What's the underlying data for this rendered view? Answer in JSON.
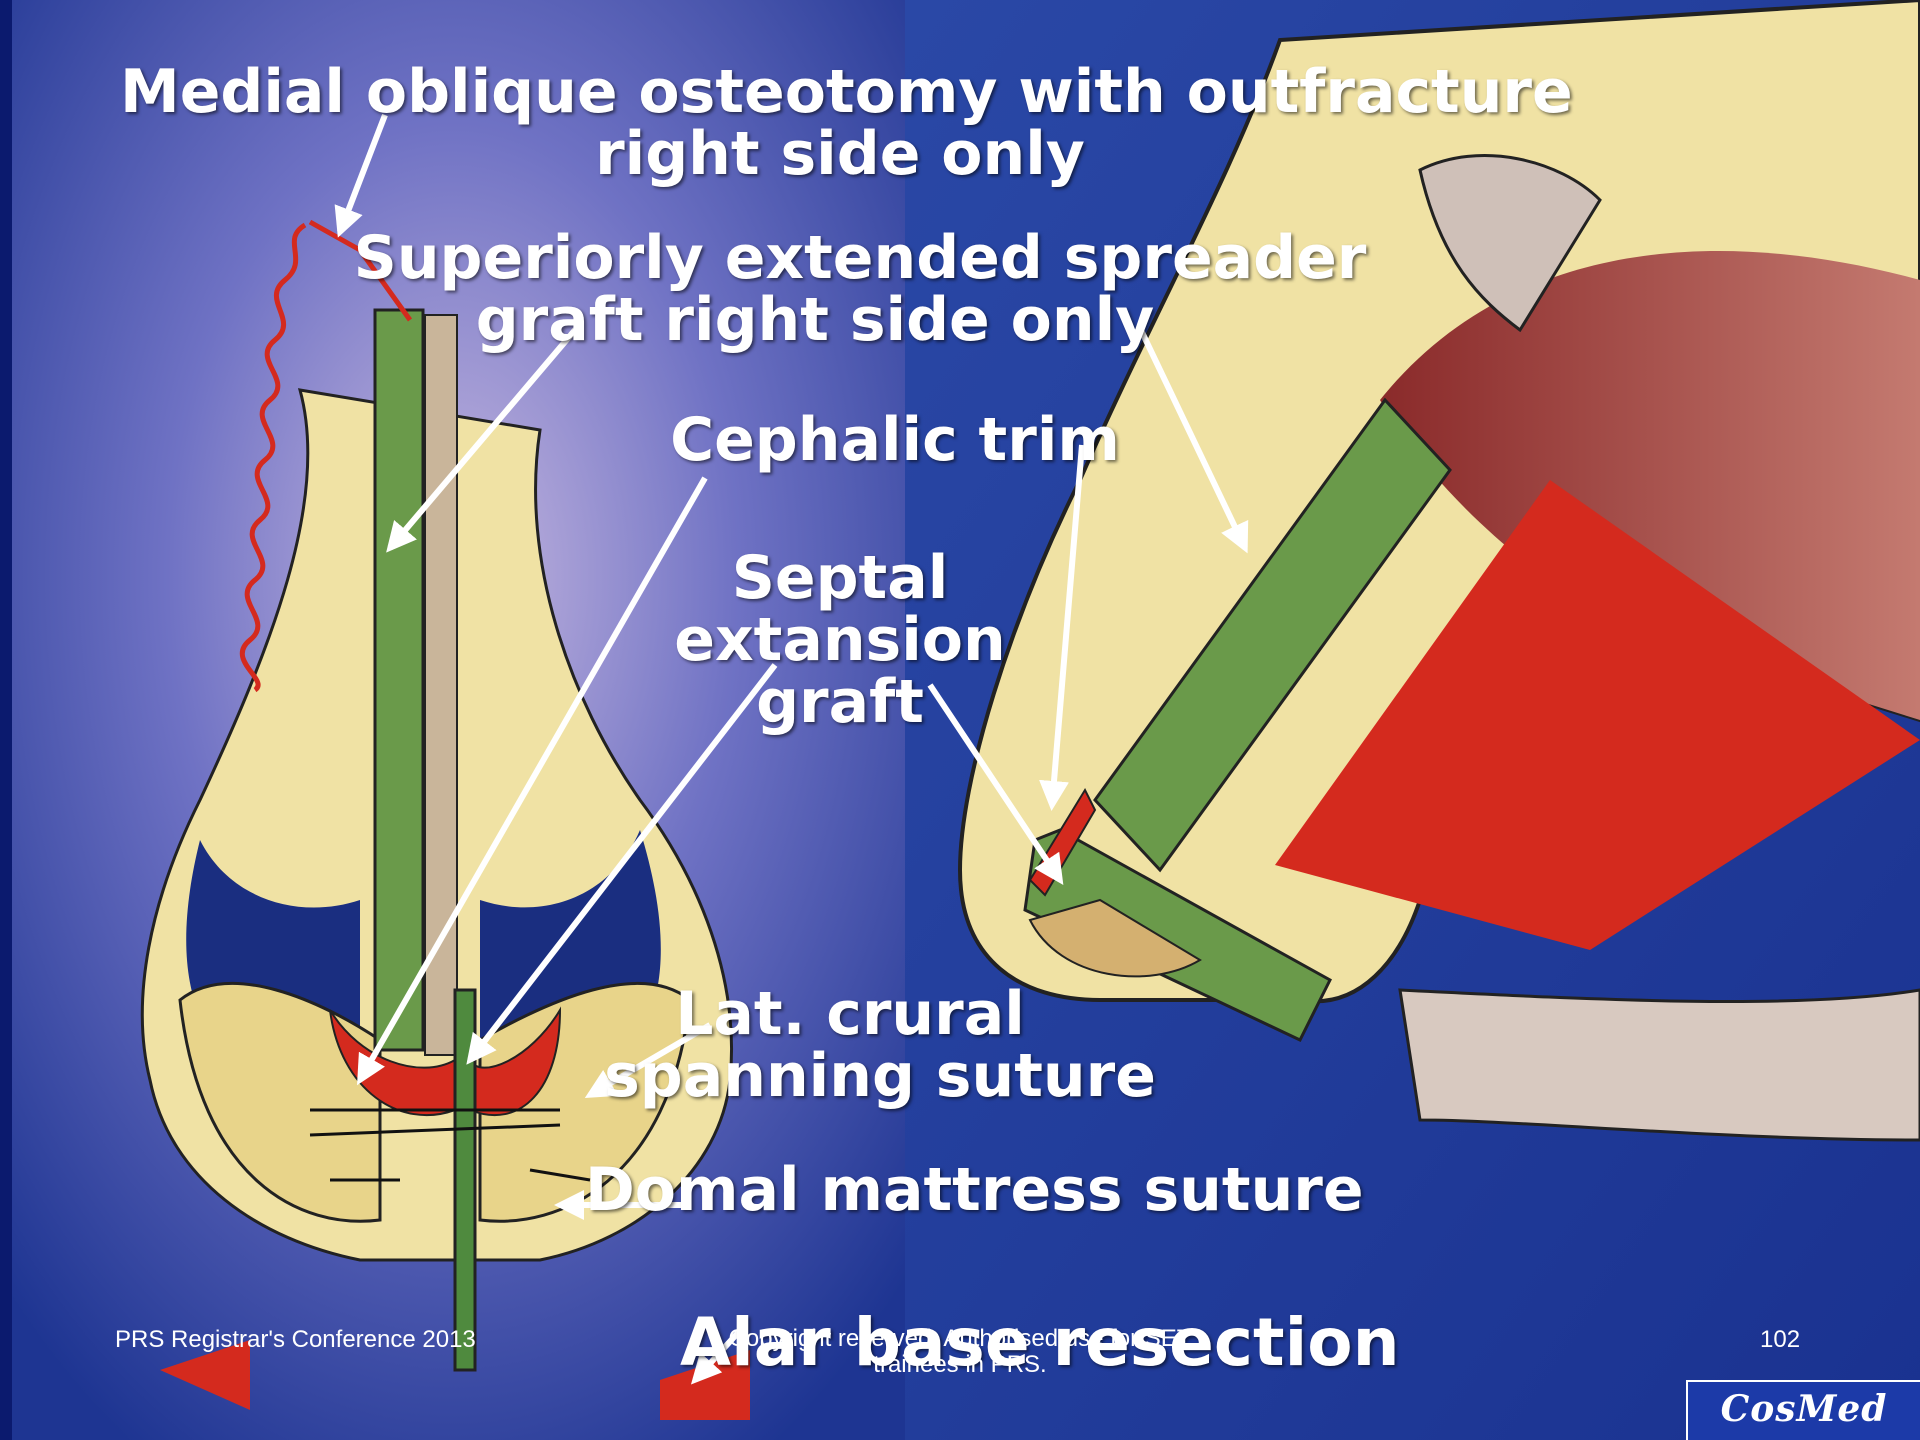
{
  "labels": {
    "osteotomy_line1": "Medial oblique osteotomy with outfracture",
    "osteotomy_line2": "right side only",
    "spreader_line1": "Superiorly extended spreader",
    "spreader_line2": "graft right side only",
    "cephalic_trim": "Cephalic trim",
    "septal_line1": "Septal",
    "septal_line2": "extansion",
    "septal_line3": "graft",
    "crural_line1": "Lat. crural",
    "crural_line2": "spanning suture",
    "domal": "Domal mattress suture",
    "alar": "Alar base resection"
  },
  "footer": {
    "conference": "PRS Registrar's Conference 2013",
    "copyright_line1": "Copyright reserved. Authorised use for SET",
    "copyright_line2": "trainees in PRS.",
    "page_number": "102"
  },
  "logo_text": "CosMed",
  "colors": {
    "background_left": "#2f4fa8",
    "background_right": "#1f3a9a",
    "graft_green": "#6a9a4a",
    "trim_red": "#d42a1e",
    "cartilage_yellow": "#efe3a0",
    "arrow_white": "#ffffff"
  }
}
